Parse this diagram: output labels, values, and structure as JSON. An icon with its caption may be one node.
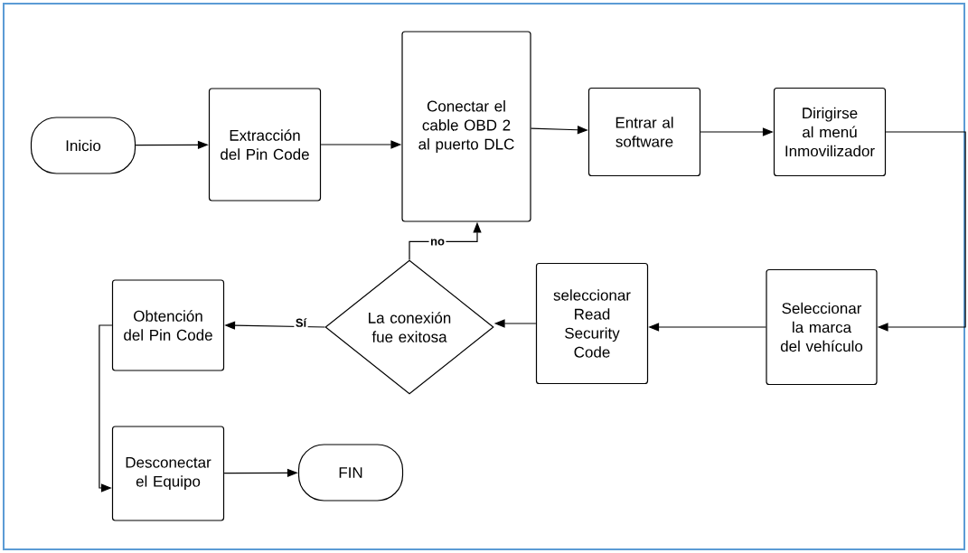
{
  "diagram": {
    "nodes": [
      {
        "text": [
          "Inicio"
        ]
      },
      {
        "text": [
          "Extracción del Pin Code"
        ]
      },
      {
        "text": [
          "Conectar el cable OBD 2 al puerto DLC"
        ]
      },
      {
        "text": [
          "Entrar al software"
        ]
      },
      {
        "text": [
          "Dirigirse al menú Inmovilizador"
        ]
      },
      {
        "text": [
          "Seleccionar la marca del vehículo"
        ]
      },
      {
        "text": [
          "seleccionar Read Security Code"
        ]
      },
      {
        "text": [
          "La conexión fue exitosa"
        ]
      },
      {
        "text": [
          "Obtención del Pin Code"
        ]
      },
      {
        "text": [
          "Desconectar el Equipo"
        ]
      },
      {
        "text": [
          "FIN"
        ]
      }
    ],
    "edges": [
      {
        "from": 0,
        "to": 1,
        "arrow": "to"
      },
      {
        "from": 1,
        "to": 2,
        "arrow": "to"
      },
      {
        "from": 2,
        "to": 3,
        "arrow": "to"
      },
      {
        "from": 3,
        "to": 4,
        "arrow": "to"
      },
      {
        "from": 4,
        "to": 5,
        "arrow": "to"
      },
      {
        "from": 5,
        "to": 6,
        "arrow": "to"
      },
      {
        "from": 6,
        "to": 7,
        "arrow": "to"
      },
      {
        "from": 7,
        "to": 8,
        "arrow": "to",
        "label": "Sí"
      },
      {
        "from": 7,
        "to": 2,
        "arrow": "to",
        "label": "no"
      },
      {
        "from": 8,
        "to": 9,
        "arrow": "to"
      },
      {
        "from": 9,
        "to": 10,
        "arrow": "to"
      }
    ]
  }
}
